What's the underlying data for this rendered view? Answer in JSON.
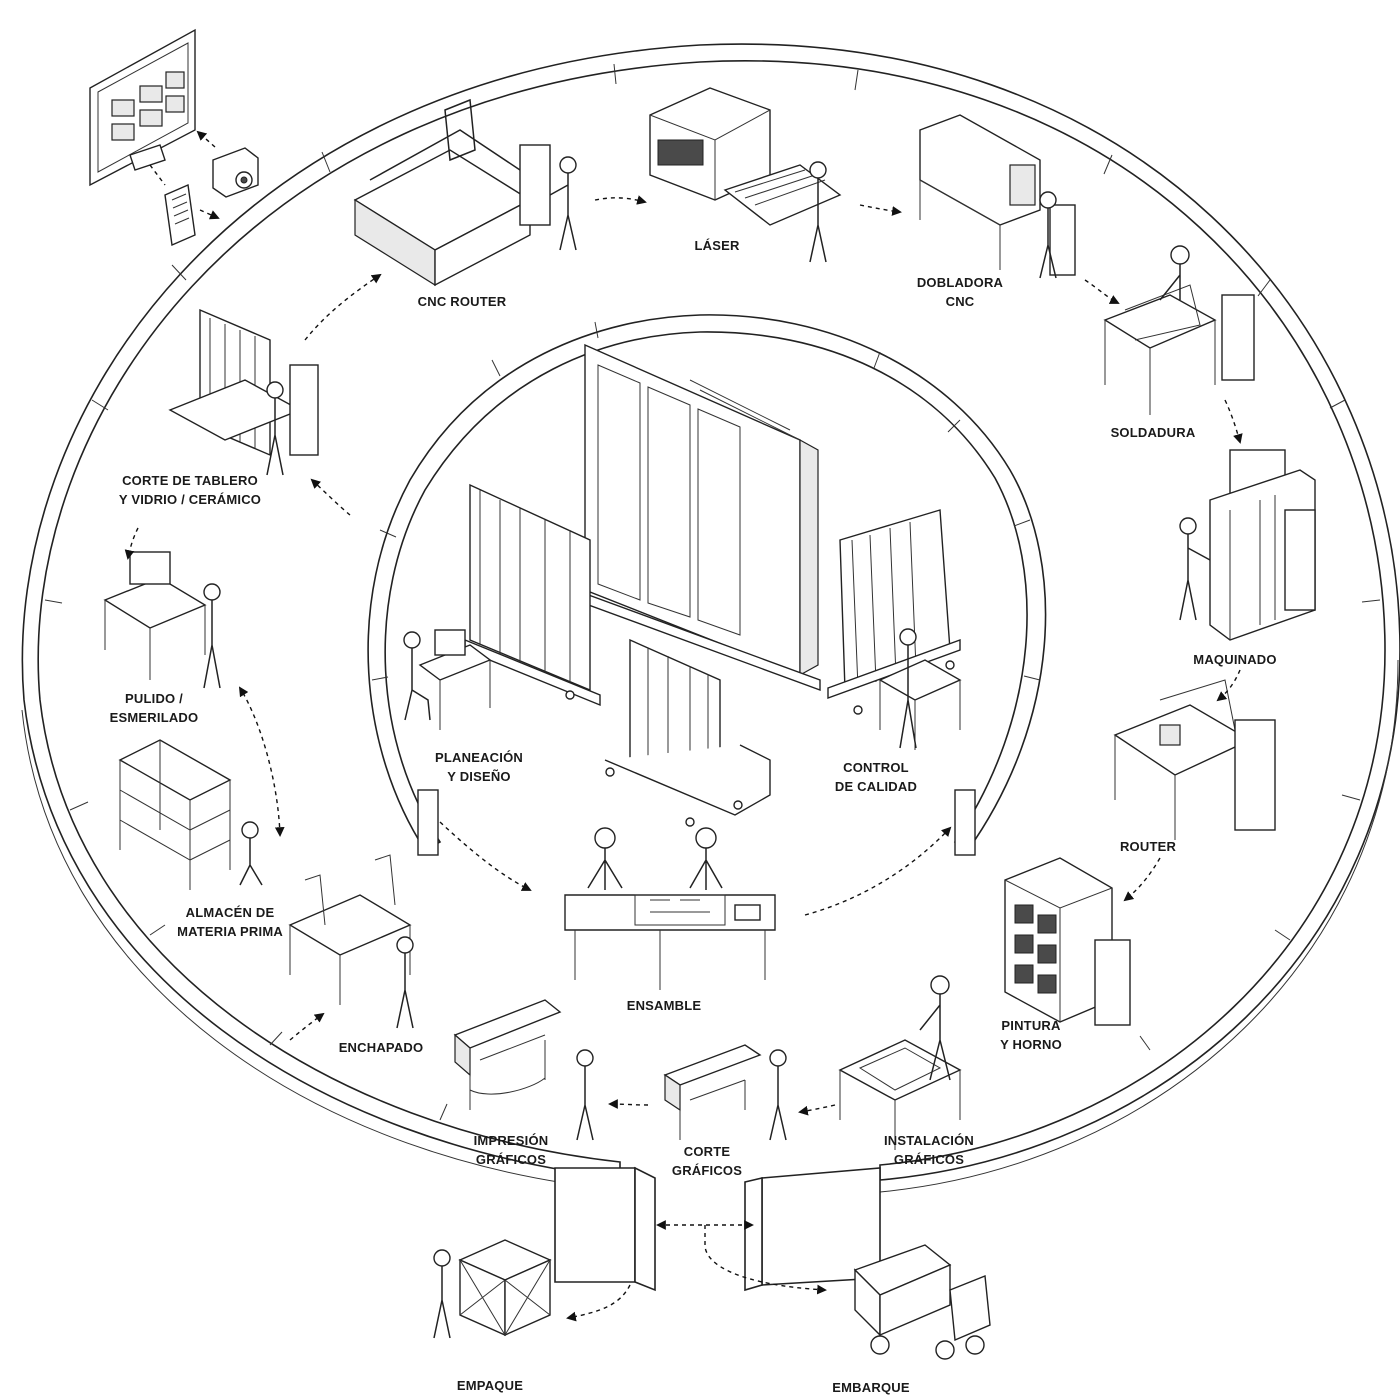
{
  "stations": [
    {
      "id": "cnc-router",
      "lines": [
        "CNC ROUTER"
      ]
    },
    {
      "id": "laser",
      "lines": [
        "LÁSER"
      ]
    },
    {
      "id": "dobladora-cnc",
      "lines": [
        "DOBLADORA",
        "CNC"
      ]
    },
    {
      "id": "soldadura",
      "lines": [
        "SOLDADURA"
      ]
    },
    {
      "id": "maquinado",
      "lines": [
        "MAQUINADO"
      ]
    },
    {
      "id": "router",
      "lines": [
        "ROUTER"
      ]
    },
    {
      "id": "pintura-horno",
      "lines": [
        "PINTURA",
        "Y HORNO"
      ]
    },
    {
      "id": "instalacion-graficos",
      "lines": [
        "INSTALACIÓN",
        "GRÁFICOS"
      ]
    },
    {
      "id": "corte-graficos",
      "lines": [
        "CORTE",
        "GRÁFICOS"
      ]
    },
    {
      "id": "impresion-graficos",
      "lines": [
        "IMPRESIÓN",
        "GRÁFICOS"
      ]
    },
    {
      "id": "enchapado",
      "lines": [
        "ENCHAPADO"
      ]
    },
    {
      "id": "almacen-materia-prima",
      "lines": [
        "ALMACÉN DE",
        "MATERIA PRIMA"
      ]
    },
    {
      "id": "pulido-esmerilado",
      "lines": [
        "PULIDO /",
        "ESMERILADO"
      ]
    },
    {
      "id": "corte-tablero-vidrio",
      "lines": [
        "CORTE DE TABLERO",
        "Y VIDRIO / CERÁMICO"
      ]
    },
    {
      "id": "planeacion-diseno",
      "lines": [
        "PLANEACIÓN",
        "Y DISEÑO"
      ]
    },
    {
      "id": "control-calidad",
      "lines": [
        "CONTROL",
        "DE CALIDAD"
      ]
    },
    {
      "id": "ensamble",
      "lines": [
        "ENSAMBLE"
      ]
    },
    {
      "id": "empaque",
      "lines": [
        "EMPAQUE"
      ]
    },
    {
      "id": "embarque",
      "lines": [
        "EMBARQUE"
      ]
    }
  ],
  "flows": [
    {
      "from": "design-office",
      "to": "cnc-router"
    },
    {
      "from": "cnc-router",
      "to": "laser"
    },
    {
      "from": "laser",
      "to": "dobladora-cnc"
    },
    {
      "from": "dobladora-cnc",
      "to": "soldadura"
    },
    {
      "from": "soldadura",
      "to": "maquinado"
    },
    {
      "from": "maquinado",
      "to": "router"
    },
    {
      "from": "router",
      "to": "pintura-horno"
    },
    {
      "from": "instalacion-graficos",
      "to": "corte-graficos"
    },
    {
      "from": "corte-graficos",
      "to": "impresion-graficos"
    },
    {
      "from": "almacen-materia-prima",
      "to": "enchapado"
    },
    {
      "from": "almacen-materia-prima",
      "to": "pulido-esmerilado"
    },
    {
      "from": "corte-tablero-vidrio",
      "to": "pulido-esmerilado"
    },
    {
      "from": "corte-tablero-vidrio",
      "to": "cnc-router"
    },
    {
      "from": "planeacion-diseno",
      "to": "ensamble"
    },
    {
      "from": "ensamble",
      "to": "control-calidad"
    },
    {
      "from": "empaque",
      "to": "embarque"
    }
  ]
}
